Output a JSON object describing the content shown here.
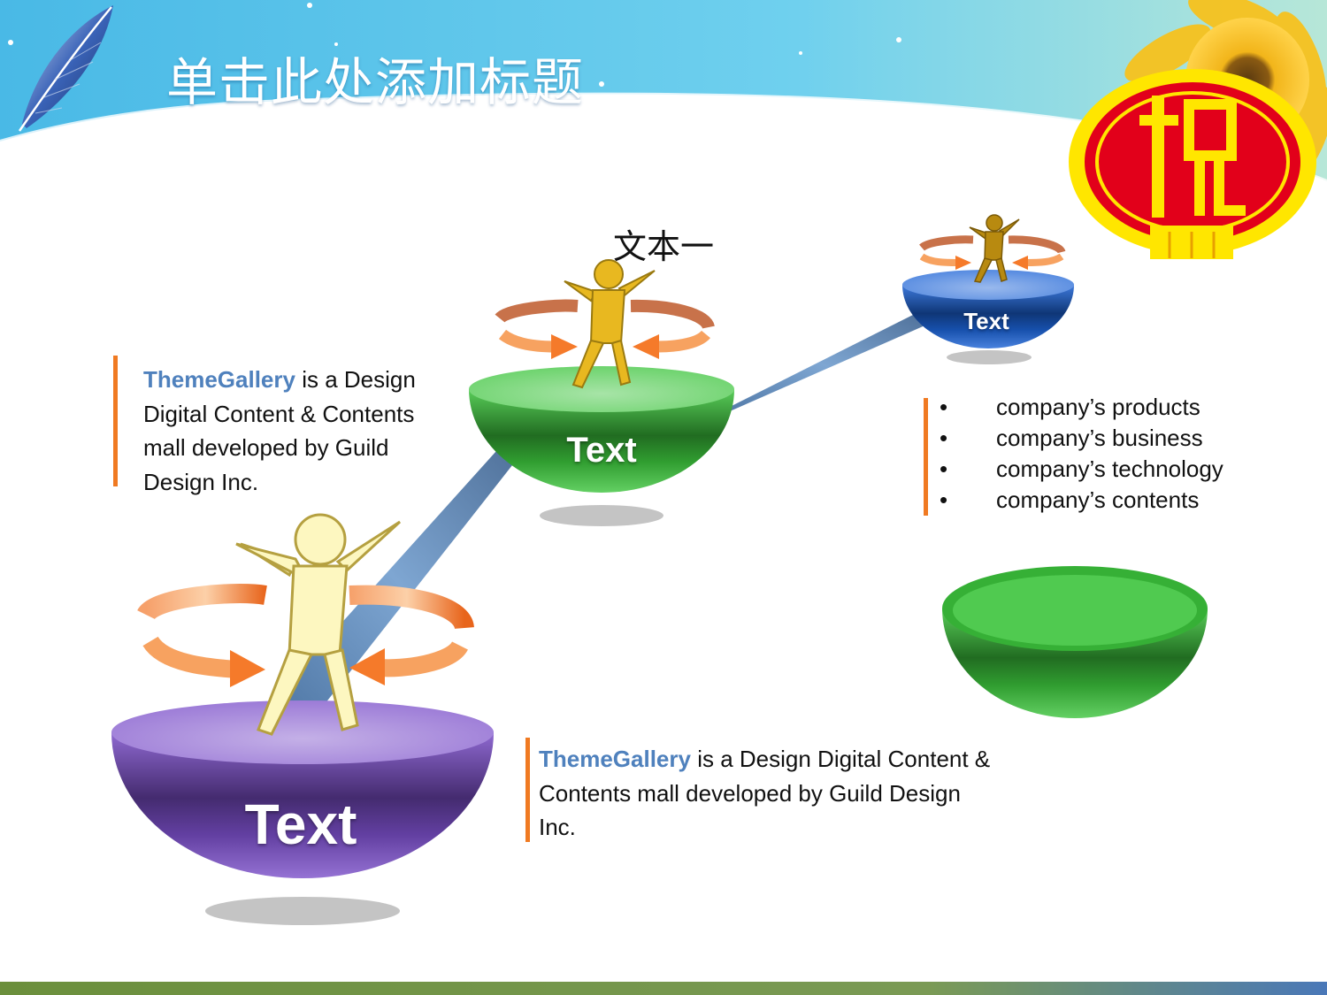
{
  "title": "单击此处添加标题",
  "caption": "文本一",
  "stages": [
    {
      "label": "Text",
      "color": "#7b4fc9"
    },
    {
      "label": "Text",
      "color": "#3cc43c"
    },
    {
      "label": "Text",
      "color": "#1c63d6"
    }
  ],
  "description_left": {
    "brand": "ThemeGallery",
    "text": " is a Design Digital Content & Contents mall developed by Guild Design Inc."
  },
  "description_bottom": {
    "brand": "ThemeGallery",
    "text": " is a Design Digital Content & Contents mall developed by Guild Design Inc."
  },
  "bullets": [
    "company’s products",
    "company’s business",
    "company’s technology",
    "company’s contents"
  ],
  "colors": {
    "accent_bar": "#f07a22",
    "brand_text": "#4f81bd",
    "header_sky": "#5ec6e6",
    "emblem_red": "#e2001a",
    "emblem_yellow": "#ffe600",
    "figure_gold": "#e8b820",
    "figure_cream": "#fdf7c0",
    "figure_bronze": "#b88a10",
    "ring_orange": "#f57a2a"
  },
  "icons": [
    "feather-icon",
    "tax-emblem-icon",
    "sunflower-icon",
    "person-figure-icon",
    "rotate-arrows-icon"
  ]
}
